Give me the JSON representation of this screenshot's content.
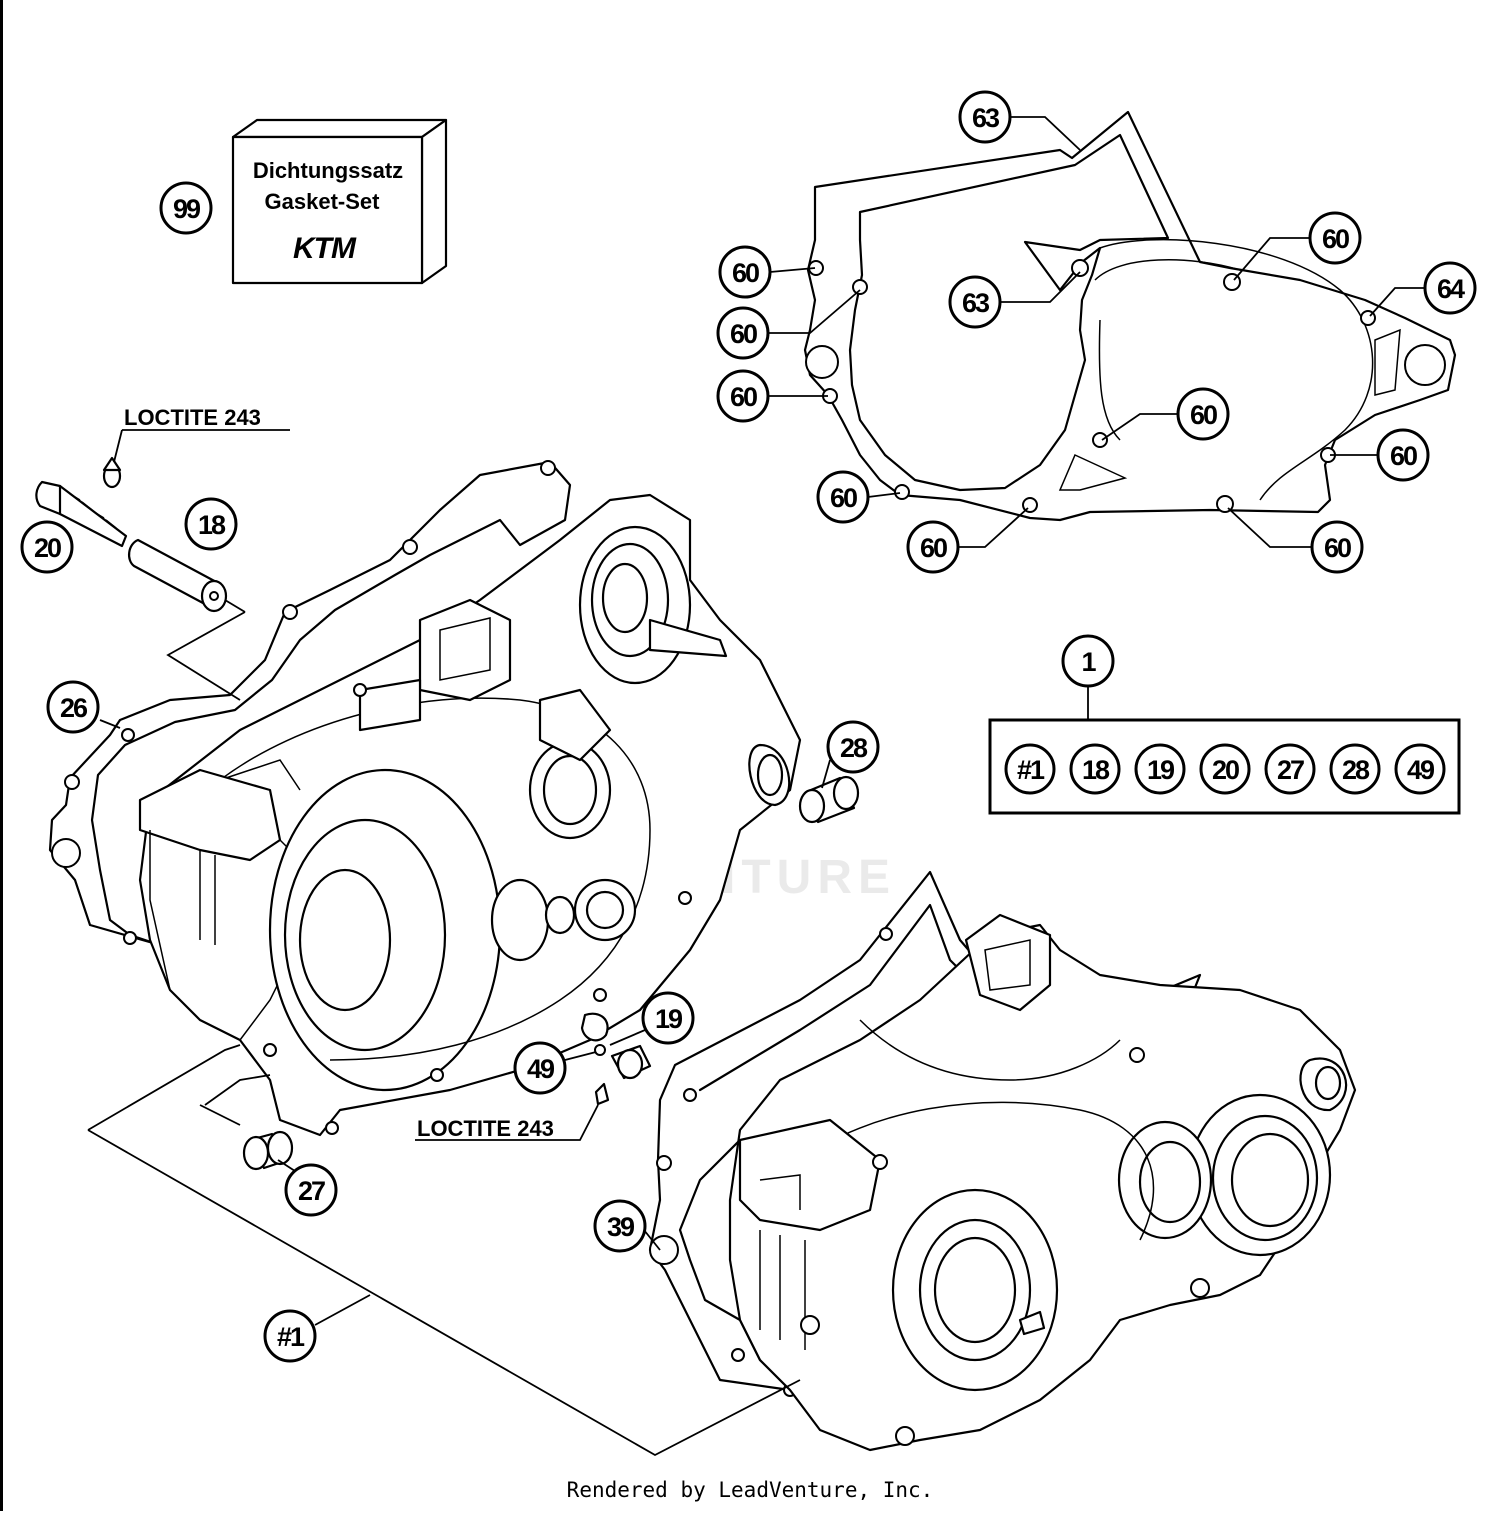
{
  "diagram": {
    "kit_box": {
      "line1": "Dichtungssatz",
      "line2": "Gasket-Set",
      "brand": "KTM"
    },
    "notes": {
      "threadlock_top": "LOCTITE 243",
      "threadlock_bottom": "LOCTITE 243"
    },
    "callouts": {
      "c99": "99",
      "c18": "18",
      "c20": "20",
      "c26": "26",
      "c28": "28",
      "c19": "19",
      "c49": "49",
      "c27": "27",
      "c39": "39",
      "c_hash1": "#1",
      "c63_top": "63",
      "c63_mid": "63",
      "c64": "64",
      "c60_a": "60",
      "c60_b": "60",
      "c60_c": "60",
      "c60_d": "60",
      "c60_e": "60",
      "c60_f": "60",
      "c60_g": "60",
      "c60_h": "60",
      "c60_i": "60",
      "c1": "1"
    },
    "assembly_group": {
      "label": "1",
      "items": [
        "#1",
        "18",
        "19",
        "20",
        "27",
        "28",
        "49"
      ]
    },
    "watermark": "LEADVENTURE",
    "credit": "Rendered by LeadVenture, Inc."
  }
}
